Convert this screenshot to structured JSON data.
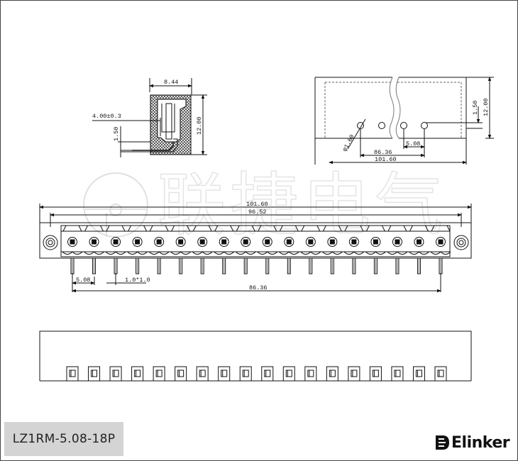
{
  "drawing": {
    "side_view": {
      "width_dim": "8.44",
      "pin_dim": "4.00±0.3",
      "offset_dim": "1.50",
      "height_dim": "12.00"
    },
    "back_view": {
      "offset_dim": "1.50",
      "height_dim": "12.00",
      "hole_dim": "φ1.60",
      "pitch_dim": "5.08",
      "span_dim": "86.36",
      "length_dim": "101.60"
    },
    "front_view": {
      "overall_dim": "101.60",
      "inner_dim": "96.52",
      "pitch_dim": "5.08",
      "pin_dim": "1.0*1.0",
      "span_dim": "86.36",
      "pin_count": 18
    },
    "bottom_view": {
      "pin_count": 18
    },
    "watermark_text": "联捷电气"
  },
  "part_number": "LZ1RM-5.08-18P",
  "brand": {
    "name": "Elinker",
    "icon": "elinker-logo-icon"
  },
  "colors": {
    "line": "#111111",
    "label_bg": "#d4d4d4",
    "watermark": "#bdbdbd"
  }
}
